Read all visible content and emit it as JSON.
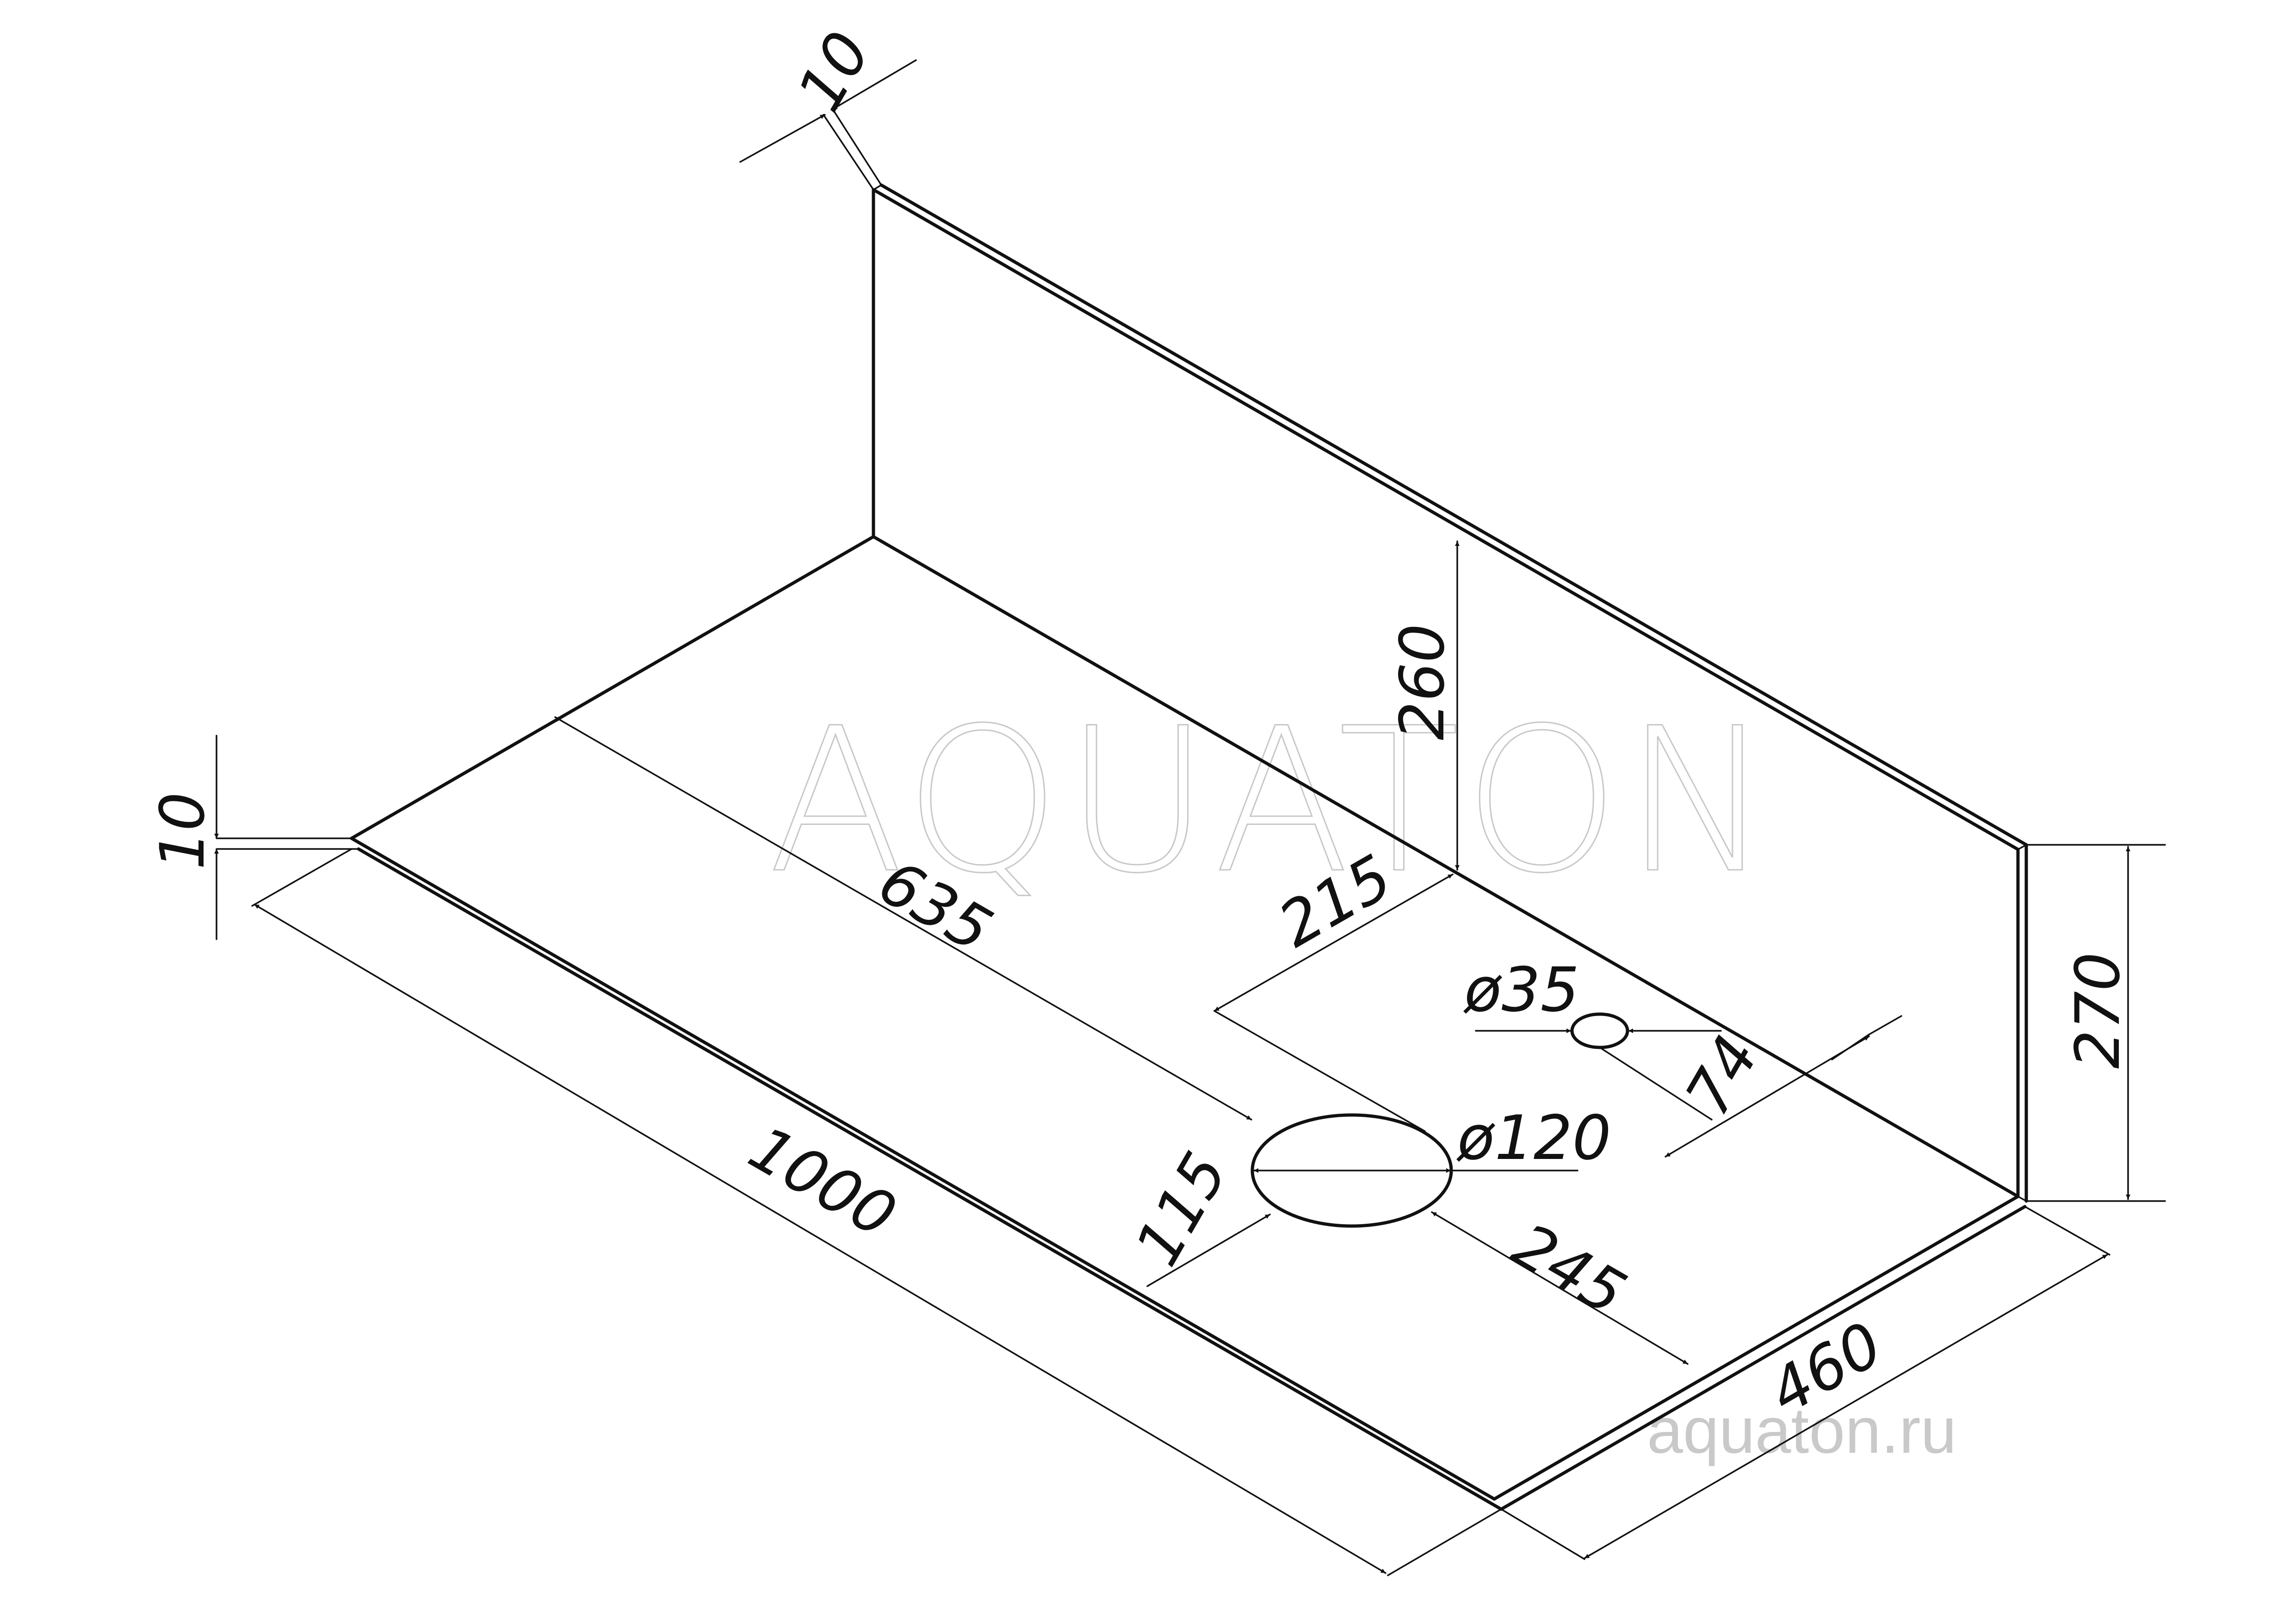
{
  "diagram": {
    "watermark_logo": "AQUATON",
    "site": "aquaton.ru",
    "dimensions": {
      "d_10_top": "10",
      "d_10_left": "10",
      "d_260": "260",
      "d_635": "635",
      "d_215": "215",
      "d_35": "ø35",
      "d_74": "74",
      "d_120": "ø120",
      "d_115": "115",
      "d_245": "245",
      "d_270": "270",
      "d_1000": "1000",
      "d_460": "460"
    }
  }
}
